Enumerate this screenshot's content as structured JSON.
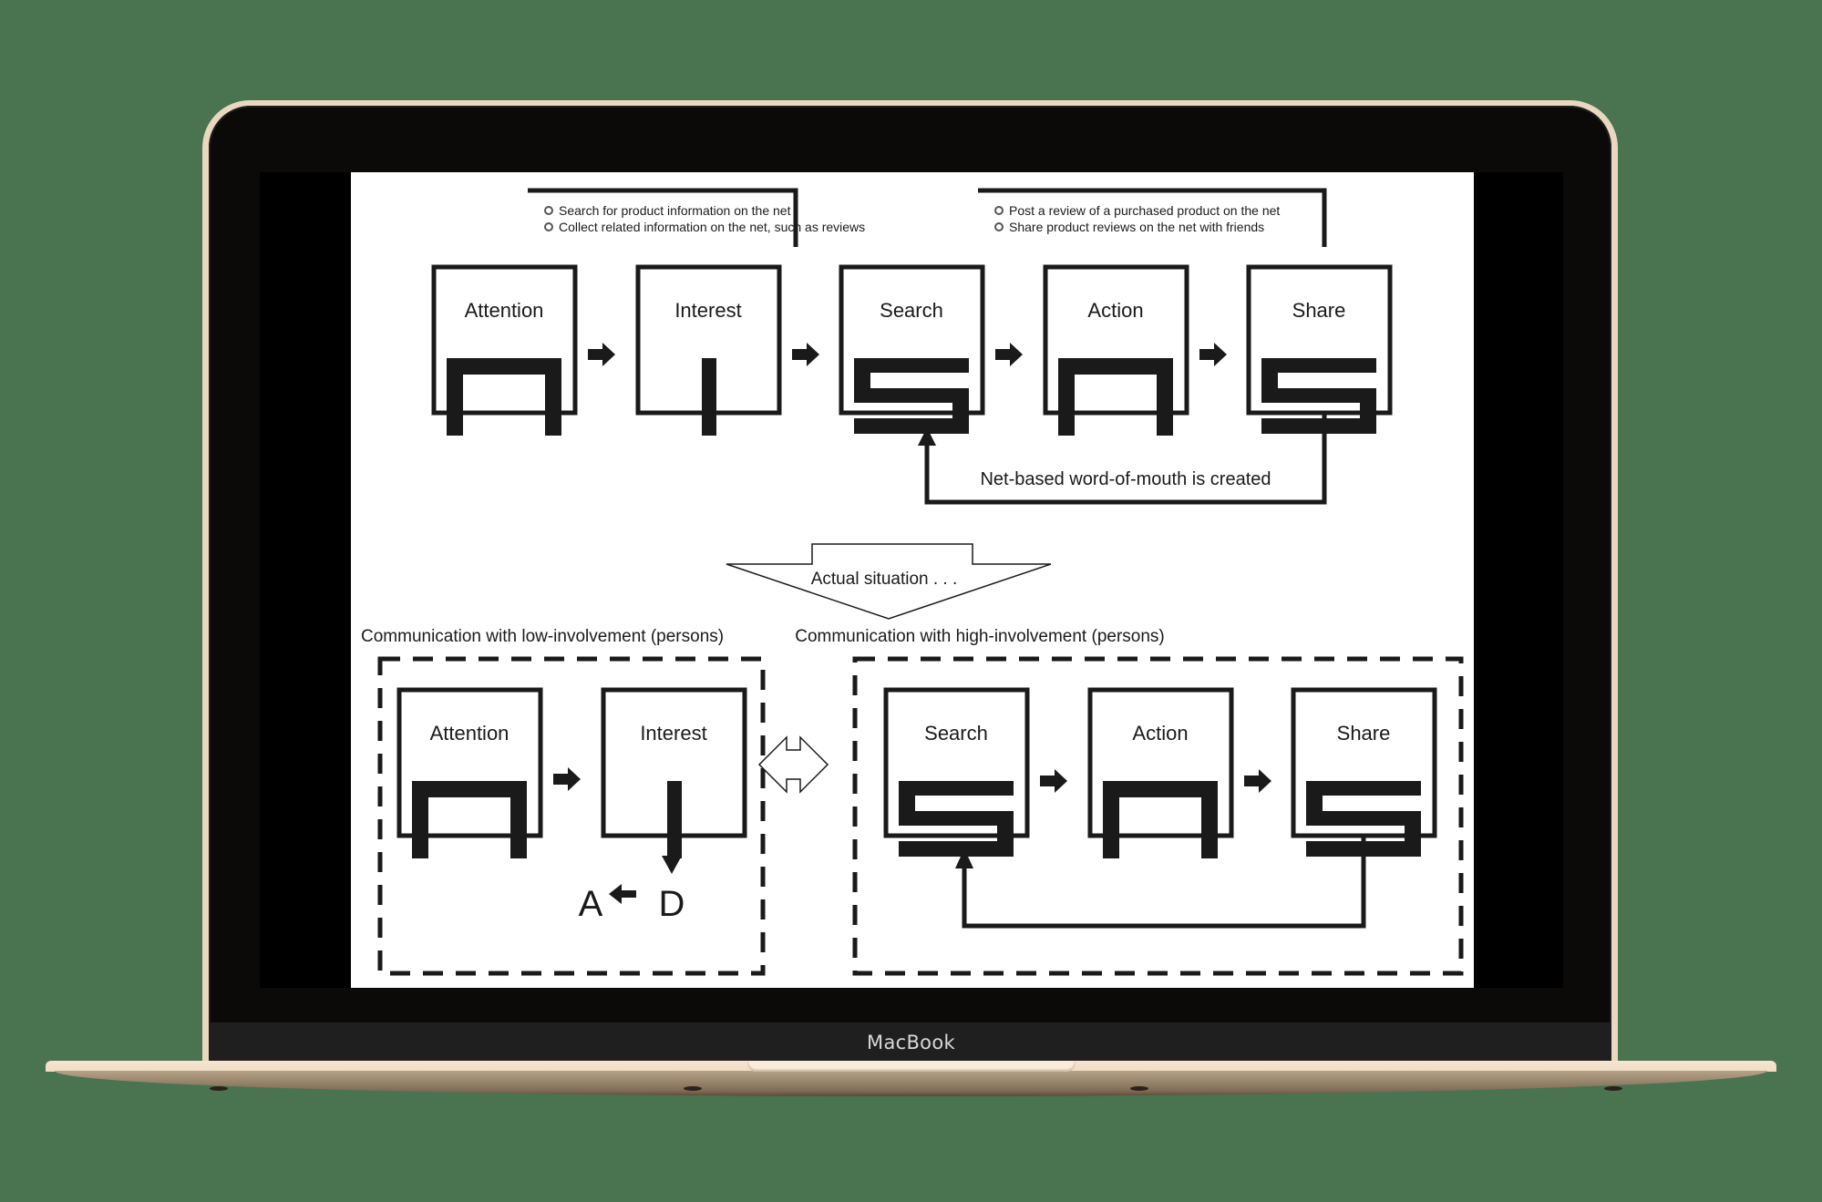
{
  "device": {
    "brand_label": "MacBook"
  },
  "diagram": {
    "top_note_left": [
      "Search for product information on the net",
      "Collect related information on the net, such as reviews"
    ],
    "top_note_right": [
      "Post a review of a purchased product on the net",
      "Share product reviews on the net with friends"
    ],
    "top_stages": [
      {
        "label": "Attention",
        "letter": "A"
      },
      {
        "label": "Interest",
        "letter": "I"
      },
      {
        "label": "Search",
        "letter": "S"
      },
      {
        "label": "Action",
        "letter": "A"
      },
      {
        "label": "Share",
        "letter": "S"
      }
    ],
    "feedback_label": "Net-based word-of-mouth is created",
    "transition_label": "Actual situation . . .",
    "low_group": {
      "title": "Communication with low-involvement (persons)",
      "stages": [
        {
          "label": "Attention",
          "letter": "A"
        },
        {
          "label": "Interest",
          "letter": "I"
        }
      ],
      "sub_flow": {
        "from": "D",
        "to": "A"
      }
    },
    "high_group": {
      "title": "Communication with high-involvement (persons)",
      "stages": [
        {
          "label": "Search",
          "letter": "S"
        },
        {
          "label": "Action",
          "letter": "A"
        },
        {
          "label": "Share",
          "letter": "S"
        }
      ]
    }
  },
  "colors": {
    "background": "#4a7350",
    "laptop_gold": "#e9d7bf",
    "ink": "#1a1a1a"
  }
}
